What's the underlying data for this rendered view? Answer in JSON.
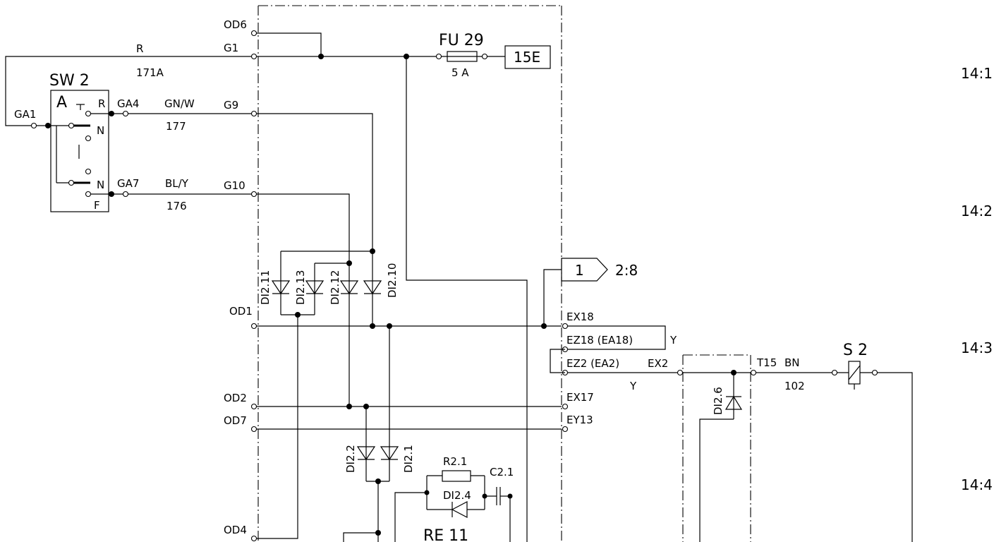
{
  "switch": {
    "name": "SW 2",
    "a": "A",
    "r": "R",
    "n1": "N",
    "n2": "N",
    "f": "F"
  },
  "labels": {
    "GA1": "GA1",
    "GA4": "GA4",
    "GA7": "GA7",
    "R": "R",
    "171A": "171A",
    "GN_W": "GN/W",
    "177": "177",
    "BL_Y": "BL/Y",
    "176": "176",
    "OD6": "OD6",
    "G1": "G1",
    "G9": "G9",
    "G10": "G10",
    "OD1": "OD1",
    "OD2": "OD2",
    "OD7": "OD7",
    "OD4": "OD4",
    "EX18": "EX18",
    "EZ18": "EZ18  (EA18)",
    "Y1": "Y",
    "EZ2": "EZ2  (EA2)",
    "EX2": "EX2",
    "Y2": "Y",
    "EX17": "EX17",
    "EY13": "EY13",
    "T15": "T15",
    "BN": "BN",
    "102": "102",
    "S2": "S 2"
  },
  "fuse": {
    "name": "FU 29",
    "rating": "5  A",
    "box": "15E"
  },
  "connector": {
    "num": "1",
    "ref": "2:8"
  },
  "diodes": {
    "DI2_11": "DI2.11",
    "DI2_13": "DI2.13",
    "DI2_12": "DI2.12",
    "DI2_10": "DI2.10",
    "DI2_2": "DI2.2",
    "DI2_1": "DI2.1",
    "DI2_4": "DI2.4",
    "DI2_6": "DI2.6"
  },
  "components": {
    "R2_1": "R2.1",
    "C2_1": "C2.1",
    "RE11": "RE 11"
  },
  "refs": [
    "14:1",
    "14:2",
    "14:3",
    "14:4"
  ]
}
